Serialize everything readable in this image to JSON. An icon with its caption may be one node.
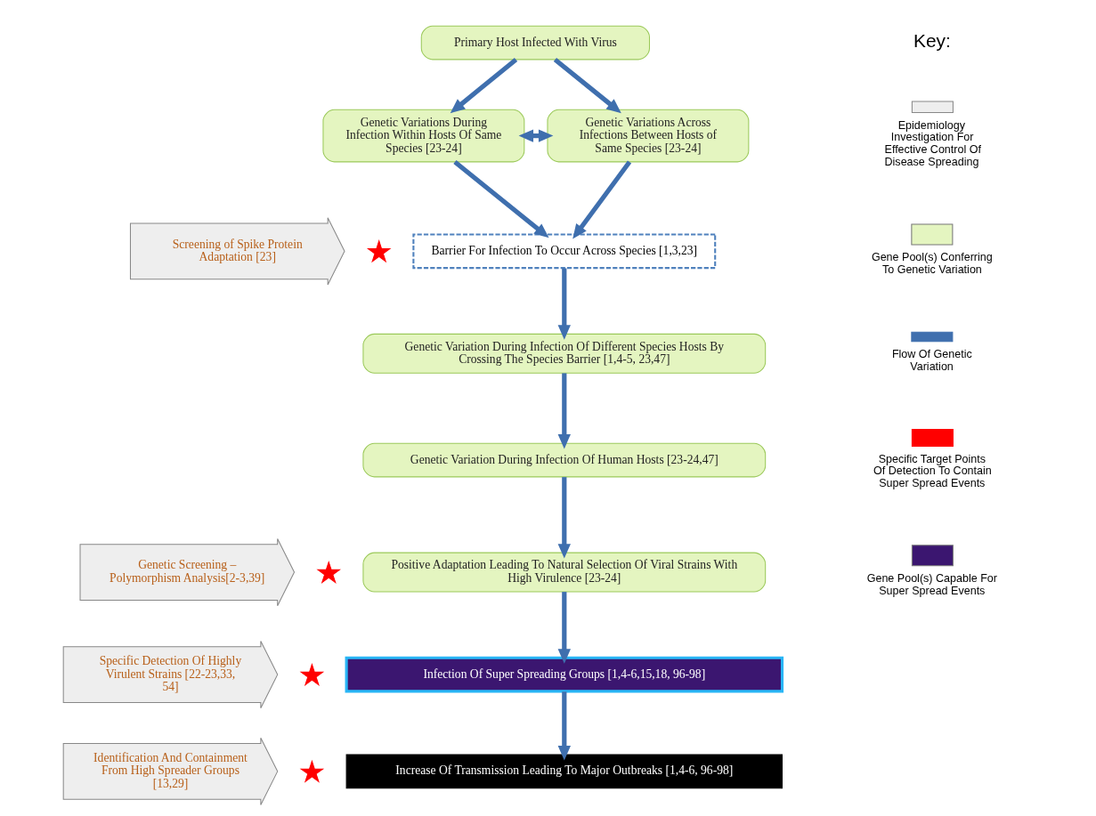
{
  "diagram": {
    "nodes": [
      {
        "text": [
          "Primary Host Infected With Virus"
        ]
      },
      {
        "text": [
          "Genetic Variations During Infection Within Hosts Of Same Species [23-24]"
        ]
      },
      {
        "text": [
          "Genetic Variations Across Infections Between Hosts of Same Species [23-24]"
        ]
      },
      {
        "text": [
          "Barrier For Infection To Occur Across Species [1,3,23]"
        ]
      },
      {
        "text": [
          "Genetic Variation During Infection Of Different Species Hosts By Crossing The Species Barrier [1,4-5, 23,47]"
        ]
      },
      {
        "text": [
          "Genetic Variation During Infection Of Human Hosts [23-24,47]"
        ]
      },
      {
        "text": [
          "Positive Adaptation Leading To Natural Selection Of Viral Strains With High Virulence [23-24]"
        ]
      },
      {
        "text": [
          "Infection Of Super Spreading Groups [1,4-6,15,18, 96-98]"
        ]
      },
      {
        "text": [
          "Increase Of Transmission Leading To Major Outbreaks [1,4-6, 96-98]"
        ]
      },
      {
        "text": [
          "Screening of Spike Protein Adaptation [23]"
        ]
      },
      {
        "text": [
          "Genetic Screening – Polymorphism Analysis[2-3,39]"
        ]
      },
      {
        "text": [
          "Specific Detection Of Highly Virulent Strains [22-23,33, 54]"
        ]
      },
      {
        "text": [
          "Identification And Containment From High Spreader Groups [13,29]"
        ]
      },
      {
        "text": [],
        "shape": "star"
      },
      {
        "text": [],
        "shape": "star"
      },
      {
        "text": [],
        "shape": "star"
      },
      {
        "text": [],
        "shape": "star"
      }
    ],
    "edges": [
      {
        "from": 0,
        "to": 1,
        "arrow": "to"
      },
      {
        "from": 0,
        "to": 2,
        "arrow": "to"
      },
      {
        "from": 1,
        "to": 2,
        "arrow": "both"
      },
      {
        "from": 1,
        "to": 3,
        "arrow": "to"
      },
      {
        "from": 2,
        "to": 3,
        "arrow": "to"
      },
      {
        "from": 3,
        "to": 4,
        "arrow": "to"
      },
      {
        "from": 4,
        "to": 5,
        "arrow": "to"
      },
      {
        "from": 5,
        "to": 6,
        "arrow": "to"
      },
      {
        "from": 6,
        "to": 7,
        "arrow": "to"
      },
      {
        "from": 7,
        "to": 8,
        "arrow": "to"
      }
    ],
    "labels": [
      "Key:"
    ],
    "legend": [
      {
        "text": "Epidemiology Investigation For Effective Control Of Disease Spreading"
      },
      {
        "text": "Gene Pool(s) Conferring To Genetic Variation",
        "color": "#e4f5c0"
      },
      {
        "text": "Flow Of Genetic Variation"
      },
      {
        "text": "Specific Target Points Of Detection To Contain Super Spread Events"
      },
      {
        "text": "Gene Pool(s) Capable For Super Spread Events",
        "color": "#3b1670"
      }
    ]
  }
}
